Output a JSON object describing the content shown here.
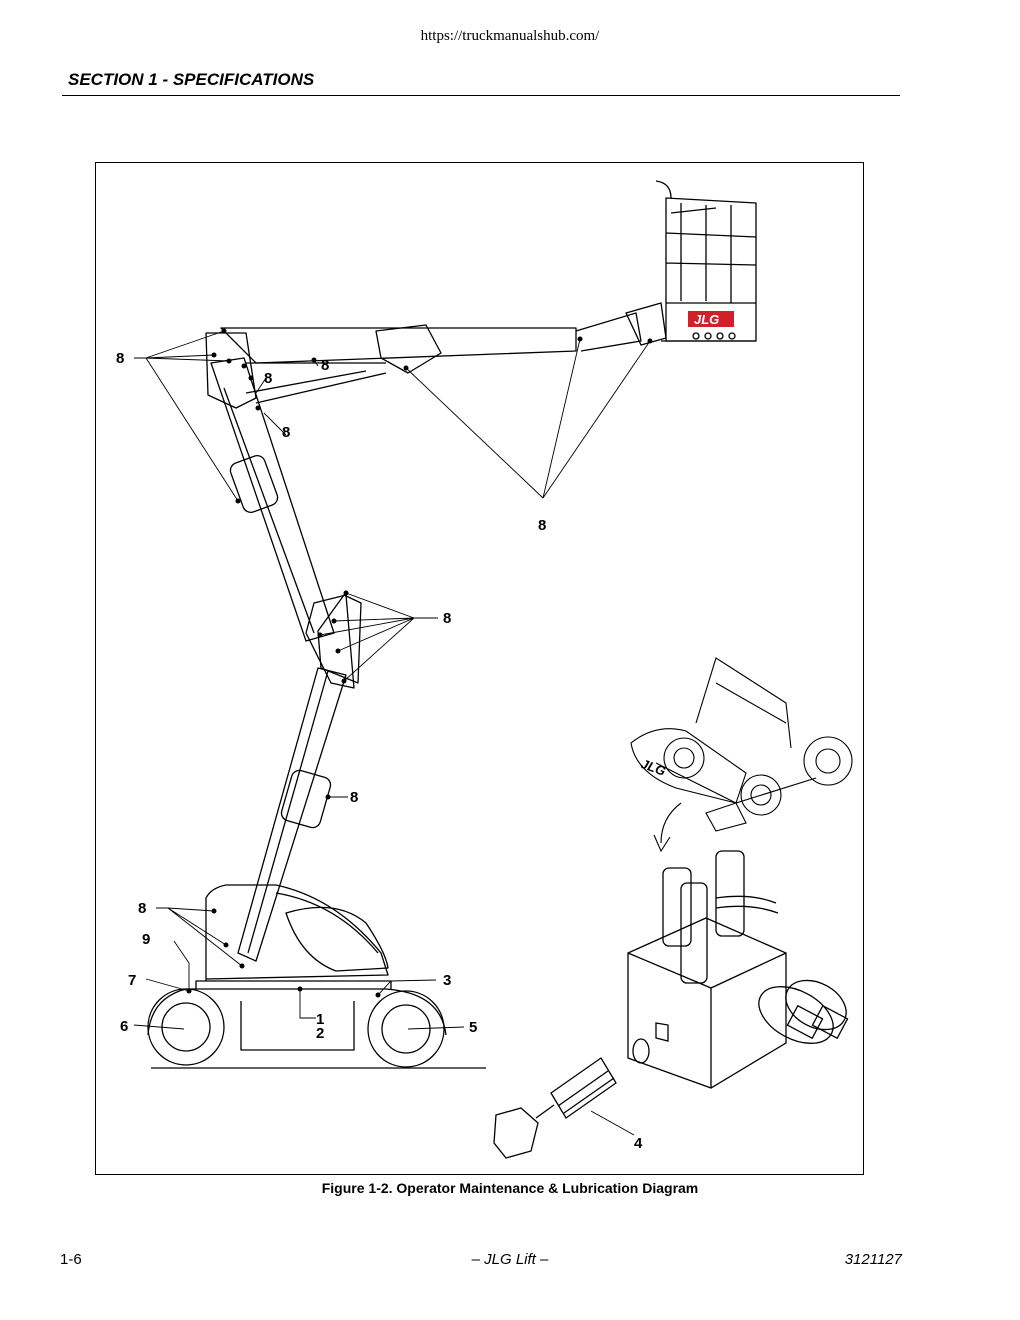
{
  "header": {
    "url": "https://truckmanualshub.com/",
    "section_title": "SECTION 1 - SPECIFICATIONS"
  },
  "figure": {
    "caption": "Figure 1-2. Operator Maintenance & Lubrication Diagram",
    "brand_logo_text": "JLG",
    "callouts": {
      "c1": "1",
      "c2": "2",
      "c3": "3",
      "c4": "4",
      "c5": "5",
      "c6": "6",
      "c7": "7",
      "c8": "8",
      "c9": "9"
    }
  },
  "footer": {
    "page_number": "1-6",
    "center_text": "– JLG Lift –",
    "doc_number": "3121127"
  },
  "colors": {
    "logo_red": "#d0202a",
    "line": "#000000"
  }
}
